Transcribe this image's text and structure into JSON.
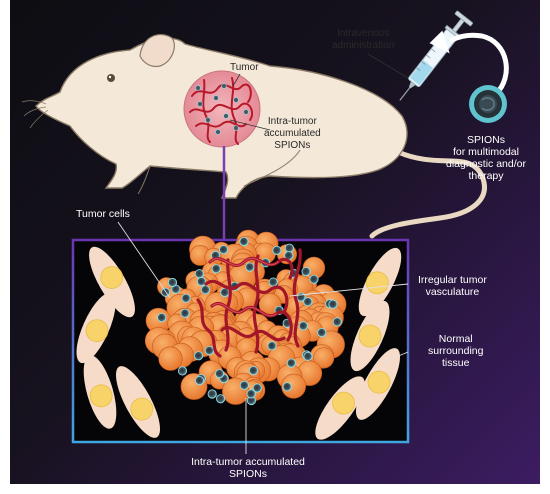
{
  "labels": {
    "tumor": "Tumor",
    "intra_tumor_top_line1": "Intra-tumor",
    "intra_tumor_top_line2": "accumulated",
    "intra_tumor_top_line3": "SPIONs",
    "intravenous_line1": "Intravenous",
    "intravenous_line2": "administration",
    "spions_line1": "SPIONs",
    "spions_line2": "for multimodal",
    "spions_line3": "diagnostic and/or",
    "spions_line4": "therapy",
    "tumor_cells": "Tumor cells",
    "irregular_line1": "Irregular tumor",
    "irregular_line2": "vasculature",
    "normal_line1": "Normal",
    "normal_line2": "surrounding",
    "normal_line3": "tissue",
    "intra_tumor_bottom_line1": "Intra-tumor accumulated",
    "intra_tumor_bottom_line2": "SPIONs"
  },
  "colors": {
    "mouse_fill": "#f4e8d8",
    "mouse_stroke": "#8a7a66",
    "tumor_circle": "#e8a0a8",
    "vessel": "#b8192a",
    "tumor_cell": "#f08a3a",
    "spion_core": "#37474f",
    "spion_ring": "#80deea",
    "normal_cell": "#f6dcc8",
    "normal_nucleus": "#f7d36a",
    "box_border_top": "#6a35b0",
    "box_border_bottom": "#3fa6e0",
    "connector": "#7b3fb4"
  }
}
